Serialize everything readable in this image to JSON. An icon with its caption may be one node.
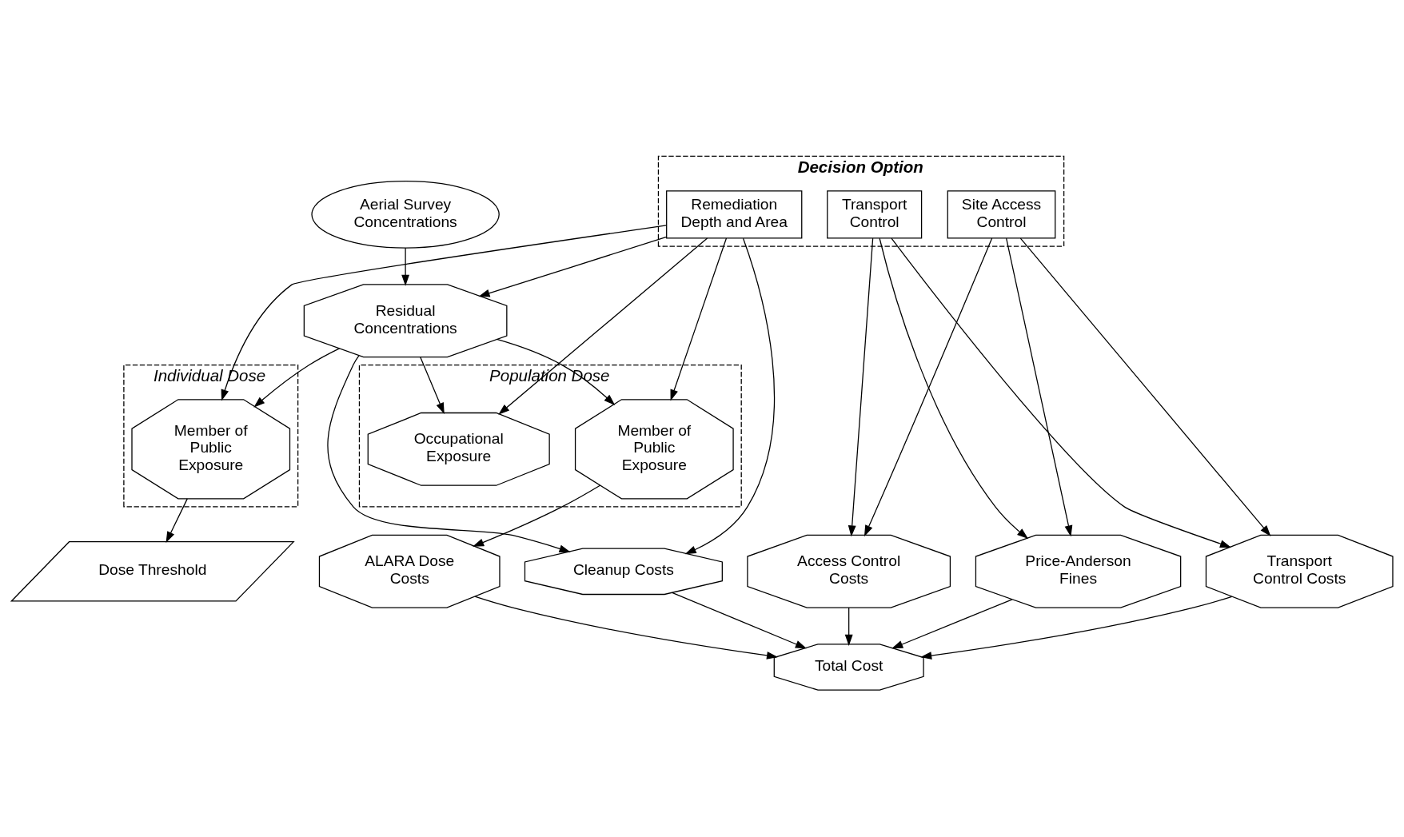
{
  "diagram": {
    "nodes": [
      {
        "text": [
          "Aerial Survey Concentrations"
        ]
      },
      {
        "text": [
          "Residual Concentrations"
        ]
      },
      {
        "text": [
          "Decision Option"
        ]
      },
      {
        "text": [
          "Remediation Depth and Area"
        ],
        "in": 2
      },
      {
        "text": [
          "Transport Control"
        ],
        "in": 2
      },
      {
        "text": [
          "Site Access Control"
        ],
        "in": 2
      },
      {
        "text": [
          "Individual Dose"
        ]
      },
      {
        "text": [
          "Member of Public Exposure"
        ],
        "in": 6
      },
      {
        "text": [
          "Population Dose"
        ]
      },
      {
        "text": [
          "Occupational Exposure"
        ],
        "in": 8
      },
      {
        "text": [
          "Member of Public Exposure"
        ],
        "in": 8
      },
      {
        "text": [
          "Dose Threshold"
        ]
      },
      {
        "text": [
          "ALARA Dose Costs"
        ]
      },
      {
        "text": [
          "Cleanup Costs"
        ]
      },
      {
        "text": [
          "Price-Anderson Fines"
        ]
      },
      {
        "text": [
          "Transport Control Costs"
        ]
      },
      {
        "text": [
          "Access Control Costs"
        ]
      },
      {
        "text": [
          "Total Cost"
        ]
      }
    ],
    "edges": [
      {
        "from": 0,
        "to": 1,
        "arrow": "to"
      },
      {
        "from": 3,
        "to": 1,
        "arrow": "to"
      },
      {
        "from": 1,
        "to": 7,
        "arrow": "to"
      },
      {
        "from": 1,
        "to": 9,
        "arrow": "to"
      },
      {
        "from": 1,
        "to": 10,
        "arrow": "to"
      },
      {
        "from": 1,
        "to": 13,
        "arrow": "to"
      },
      {
        "from": 3,
        "to": 7,
        "arrow": "to"
      },
      {
        "from": 3,
        "to": 9,
        "arrow": "to"
      },
      {
        "from": 3,
        "to": 10,
        "arrow": "to"
      },
      {
        "from": 3,
        "to": 13,
        "arrow": "to"
      },
      {
        "from": 7,
        "to": 11,
        "arrow": "to"
      },
      {
        "from": 10,
        "to": 12,
        "arrow": "to"
      },
      {
        "from": 4,
        "to": 14,
        "arrow": "to"
      },
      {
        "from": 4,
        "to": 15,
        "arrow": "to"
      },
      {
        "from": 4,
        "to": 16,
        "arrow": "to"
      },
      {
        "from": 5,
        "to": 14,
        "arrow": "to"
      },
      {
        "from": 5,
        "to": 15,
        "arrow": "to"
      },
      {
        "from": 5,
        "to": 16,
        "arrow": "to"
      },
      {
        "from": 12,
        "to": 17,
        "arrow": "to"
      },
      {
        "from": 13,
        "to": 17,
        "arrow": "to"
      },
      {
        "from": 14,
        "to": 17,
        "arrow": "to"
      },
      {
        "from": 15,
        "to": 17,
        "arrow": "to"
      },
      {
        "from": 16,
        "to": 17,
        "arrow": "to"
      }
    ]
  }
}
